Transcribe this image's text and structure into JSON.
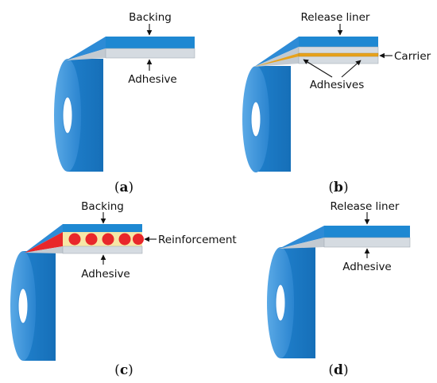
{
  "panels": {
    "a": {
      "caption_open": "(",
      "caption_letter": "a",
      "caption_close": ")",
      "labels": {
        "top": "Backing",
        "bottom": "Adhesive"
      }
    },
    "b": {
      "caption_open": "(",
      "caption_letter": "b",
      "caption_close": ")",
      "labels": {
        "top": "Release liner",
        "side": "Carrier",
        "bottom": "Adhesives"
      }
    },
    "c": {
      "caption_open": "(",
      "caption_letter": "c",
      "caption_close": ")",
      "labels": {
        "top": "Backing",
        "side": "Reinforcement",
        "bottom": "Adhesive"
      }
    },
    "d": {
      "caption_open": "(",
      "caption_letter": "d",
      "caption_close": ")",
      "labels": {
        "top": "Release liner",
        "bottom": "Adhesive"
      }
    }
  },
  "colors": {
    "tape_blue": "#1e88d2",
    "tape_blue_dark": "#0f63a8",
    "tape_blue_light": "#5aa9e6",
    "adhesive_gray": "#d5dbe1",
    "carrier_orange": "#e7a21c",
    "reinforcement_red": "#e8272a",
    "matrix_yellow": "#f6e6a6"
  }
}
